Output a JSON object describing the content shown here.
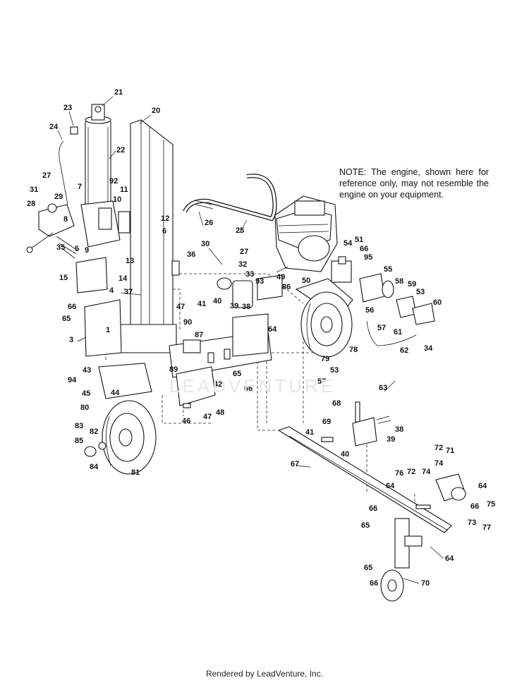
{
  "note": "NOTE: The engine, shown here for reference only, may not resemble the engine on your equipment.",
  "footer": "Rendered by LeadVenture, Inc.",
  "watermark": "LEADVENTURE",
  "callouts": [
    "21",
    "23",
    "20",
    "24",
    "22",
    "27",
    "92",
    "11",
    "31",
    "29",
    "7",
    "10",
    "28",
    "8",
    "12",
    "26",
    "25",
    "6",
    "35",
    "5",
    "9",
    "30",
    "27",
    "36",
    "13",
    "32",
    "15",
    "14",
    "33",
    "49",
    "50",
    "54",
    "51",
    "66",
    "95",
    "55",
    "58",
    "59",
    "53",
    "60",
    "37",
    "4",
    "93",
    "86",
    "66",
    "65",
    "1",
    "40",
    "39",
    "38",
    "41",
    "47",
    "90",
    "87",
    "3",
    "64",
    "56",
    "57",
    "61",
    "62",
    "34",
    "79",
    "78",
    "53",
    "89",
    "42",
    "65",
    "66",
    "57",
    "63",
    "43",
    "94",
    "44",
    "45",
    "46",
    "47",
    "48",
    "80",
    "68",
    "69",
    "38",
    "39",
    "83",
    "82",
    "41",
    "85",
    "84",
    "81",
    "40",
    "67",
    "72",
    "71",
    "74",
    "76",
    "72",
    "74",
    "64",
    "64",
    "66",
    "75",
    "73",
    "77",
    "65",
    "66",
    "65",
    "64",
    "66",
    "70"
  ]
}
